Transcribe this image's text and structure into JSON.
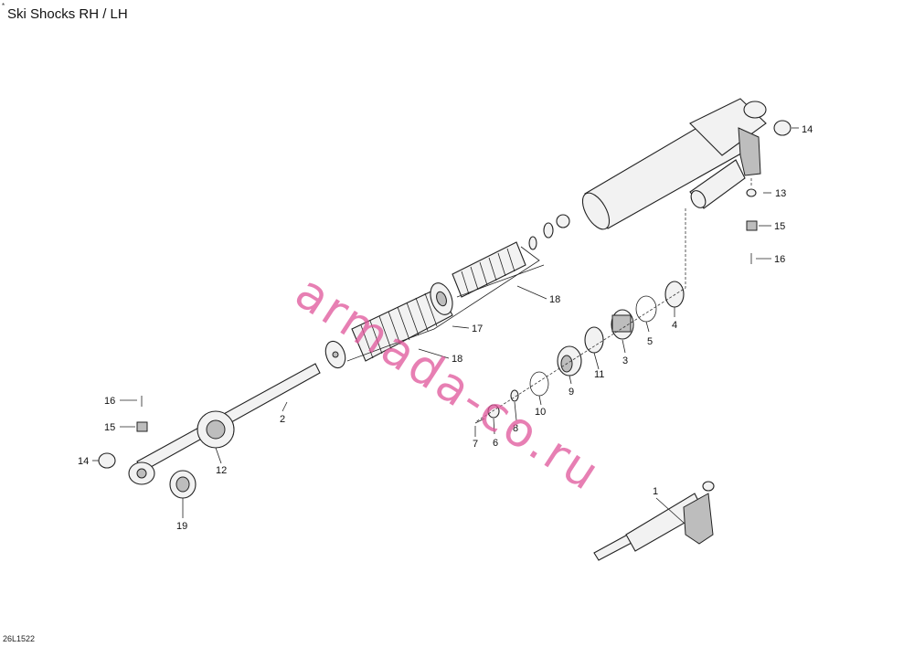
{
  "title": "Ski Shocks RH / LH",
  "corner_mark": "*",
  "drawing_code": "26L1522",
  "watermark": "armada-co.ru",
  "callouts": {
    "c1": "1",
    "c2": "2",
    "c3": "3",
    "c4": "4",
    "c5": "5",
    "c6": "6",
    "c7": "7",
    "c8": "8",
    "c9": "9",
    "c10": "10",
    "c11": "11",
    "c12": "12",
    "c13": "13",
    "c14a": "14",
    "c14b": "14",
    "c15a": "15",
    "c15b": "15",
    "c16a": "16",
    "c16b": "16",
    "c17": "17",
    "c18a": "18",
    "c18b": "18",
    "c19": "19"
  }
}
